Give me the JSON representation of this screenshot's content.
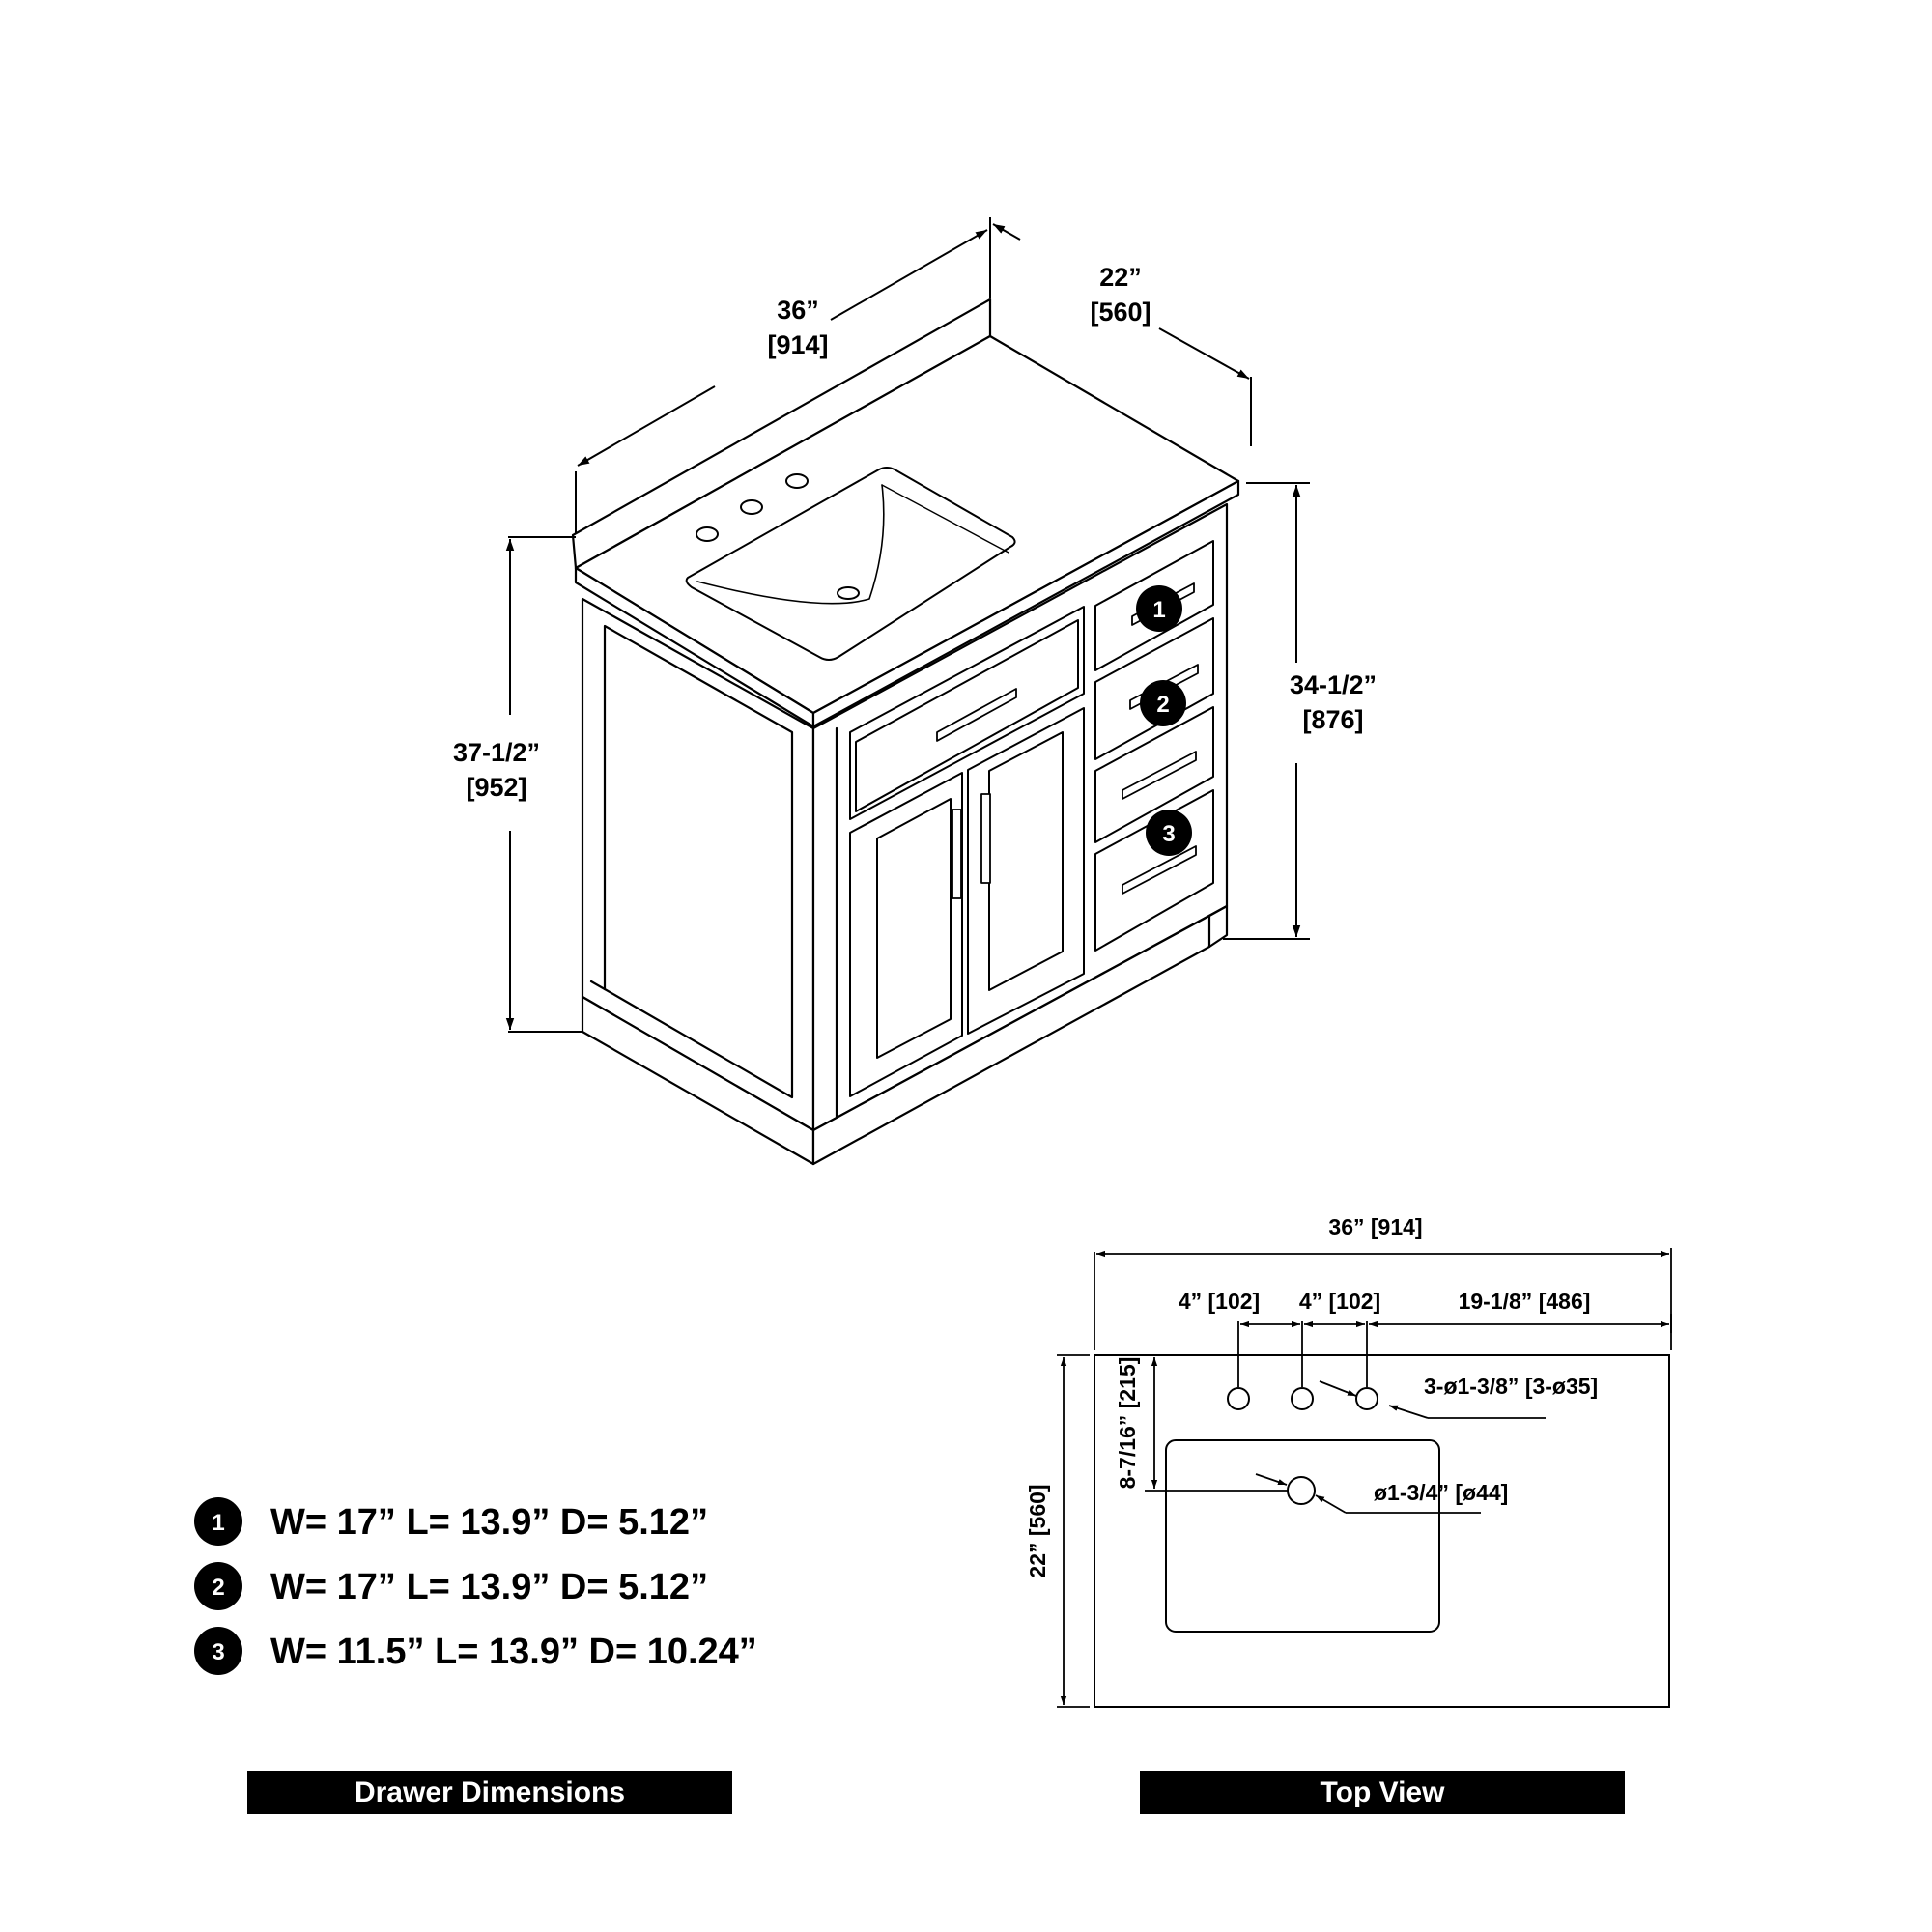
{
  "iso": {
    "width": "36”",
    "width_mm": "[914]",
    "depth": "22”",
    "depth_mm": "[560]",
    "total_height": "37-1/2”",
    "total_height_mm": "[952]",
    "cabinet_height": "34-1/2”",
    "cabinet_height_mm": "[876]",
    "callouts": [
      "1",
      "2",
      "3"
    ]
  },
  "top_view": {
    "overall_width": "36” [914]",
    "spacing_1": "4” [102]",
    "spacing_2": "4” [102]",
    "right_offset": "19-1/8” [486]",
    "hole_spec": "3-ø1-3/8” [3-ø35]",
    "drain_spec": "ø1-3/4” [ø44]",
    "drain_depth": "8-7/16” [215]",
    "overall_depth": "22” [560]"
  },
  "drawers": [
    {
      "num": "1",
      "text": "W= 17” L= 13.9” D= 5.12”"
    },
    {
      "num": "2",
      "text": "W= 17” L= 13.9” D= 5.12”"
    },
    {
      "num": "3",
      "text": "W= 11.5” L= 13.9” D= 10.24”"
    }
  ],
  "captions": {
    "drawer_dimensions": "Drawer Dimensions",
    "top_view": "Top View"
  }
}
